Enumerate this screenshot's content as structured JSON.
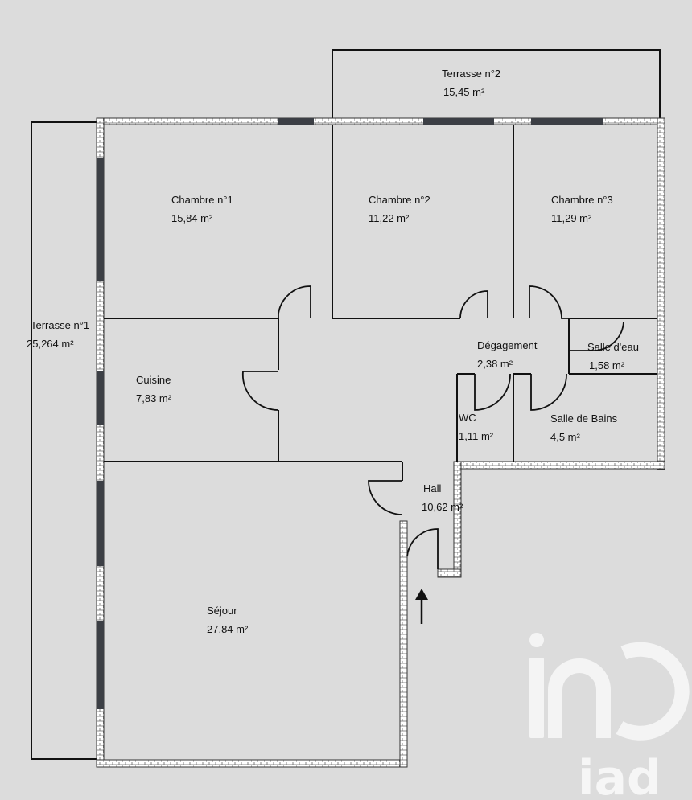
{
  "rooms": {
    "terrasse2": {
      "name": "Terrasse n°2",
      "area": "15,45  m²"
    },
    "chambre1": {
      "name": "Chambre n°1",
      "area": "15,84  m²"
    },
    "chambre2": {
      "name": "Chambre n°2",
      "area": "11,22  m²"
    },
    "chambre3": {
      "name": "Chambre n°3",
      "area": "11,29  m²"
    },
    "terrasse1": {
      "name": "Terrasse n°1",
      "area": "25,264  m²"
    },
    "degagement": {
      "name": "Dégagement",
      "area": "2,38  m²"
    },
    "salle_eau": {
      "name": "Salle d'eau",
      "area": "1,58  m²"
    },
    "cuisine": {
      "name": "Cuisine",
      "area": "7,83  m²"
    },
    "wc": {
      "name": "WC",
      "area": "1,11  m²"
    },
    "salle_bains": {
      "name": "Salle de Bains",
      "area": "4,5  m²"
    },
    "hall": {
      "name": "Hall",
      "area": "10,62  m²"
    },
    "sejour": {
      "name": "Séjour",
      "area": "27,84  m²"
    }
  },
  "brand": {
    "logo_text": "iad",
    "logo_icon": "iad-logo-icon"
  },
  "colors": {
    "background": "#dcdcdc",
    "window": "#3c3f45",
    "wall": "#ffffff"
  }
}
